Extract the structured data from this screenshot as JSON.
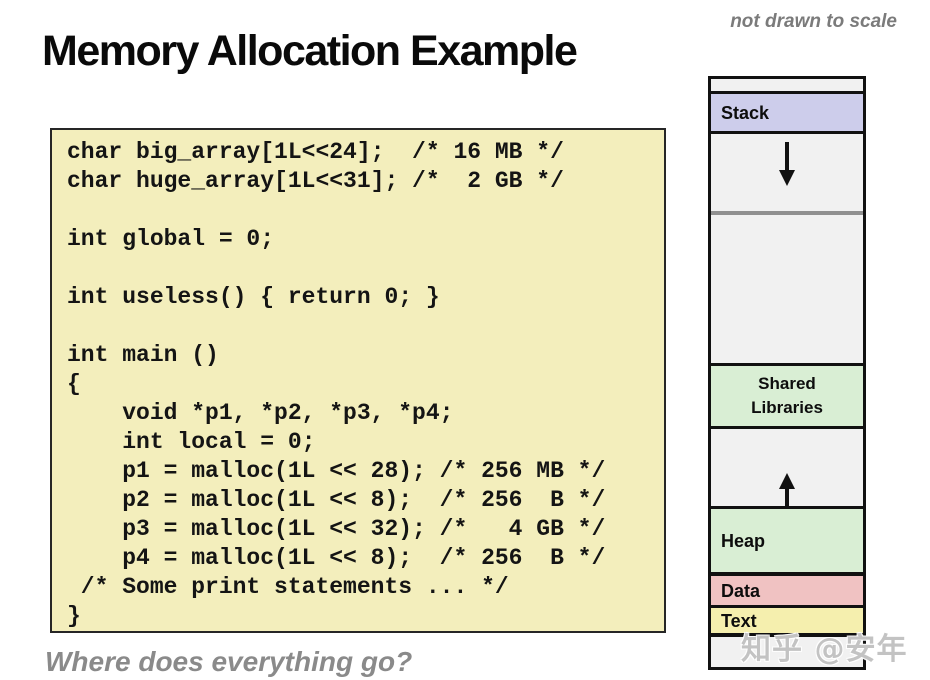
{
  "slide": {
    "title": "Memory Allocation Example",
    "scale_note": "not drawn to scale",
    "question": "Where does everything go?",
    "watermark": "知乎 @安年"
  },
  "code": {
    "lines": [
      "char big_array[1L<<24];  /* 16 MB */",
      "char huge_array[1L<<31]; /*  2 GB */",
      "",
      "int global = 0;",
      "",
      "int useless() { return 0; }",
      "",
      "int main ()",
      "{",
      "    void *p1, *p2, *p3, *p4;",
      "    int local = 0;",
      "    p1 = malloc(1L << 28); /* 256 MB */",
      "    p2 = malloc(1L << 8);  /* 256  B */",
      "    p3 = malloc(1L << 32); /*   4 GB */",
      "    p4 = malloc(1L << 8);  /* 256  B */",
      " /* Some print statements ... */",
      "}"
    ]
  },
  "diagram": {
    "stack_label": "Stack",
    "shared_line1": "Shared",
    "shared_line2": "Libraries",
    "heap_label": "Heap",
    "data_label": "Data",
    "text_label": "Text",
    "colors": {
      "code_bg": "#f3eebc",
      "stack": "#cdcdeb",
      "shared": "#d9eed4",
      "heap": "#d9eed4",
      "data": "#f0c2c2",
      "text": "#f5efae",
      "unused": "#f1f1f1",
      "divider": "#909090",
      "border": "#111111"
    }
  }
}
